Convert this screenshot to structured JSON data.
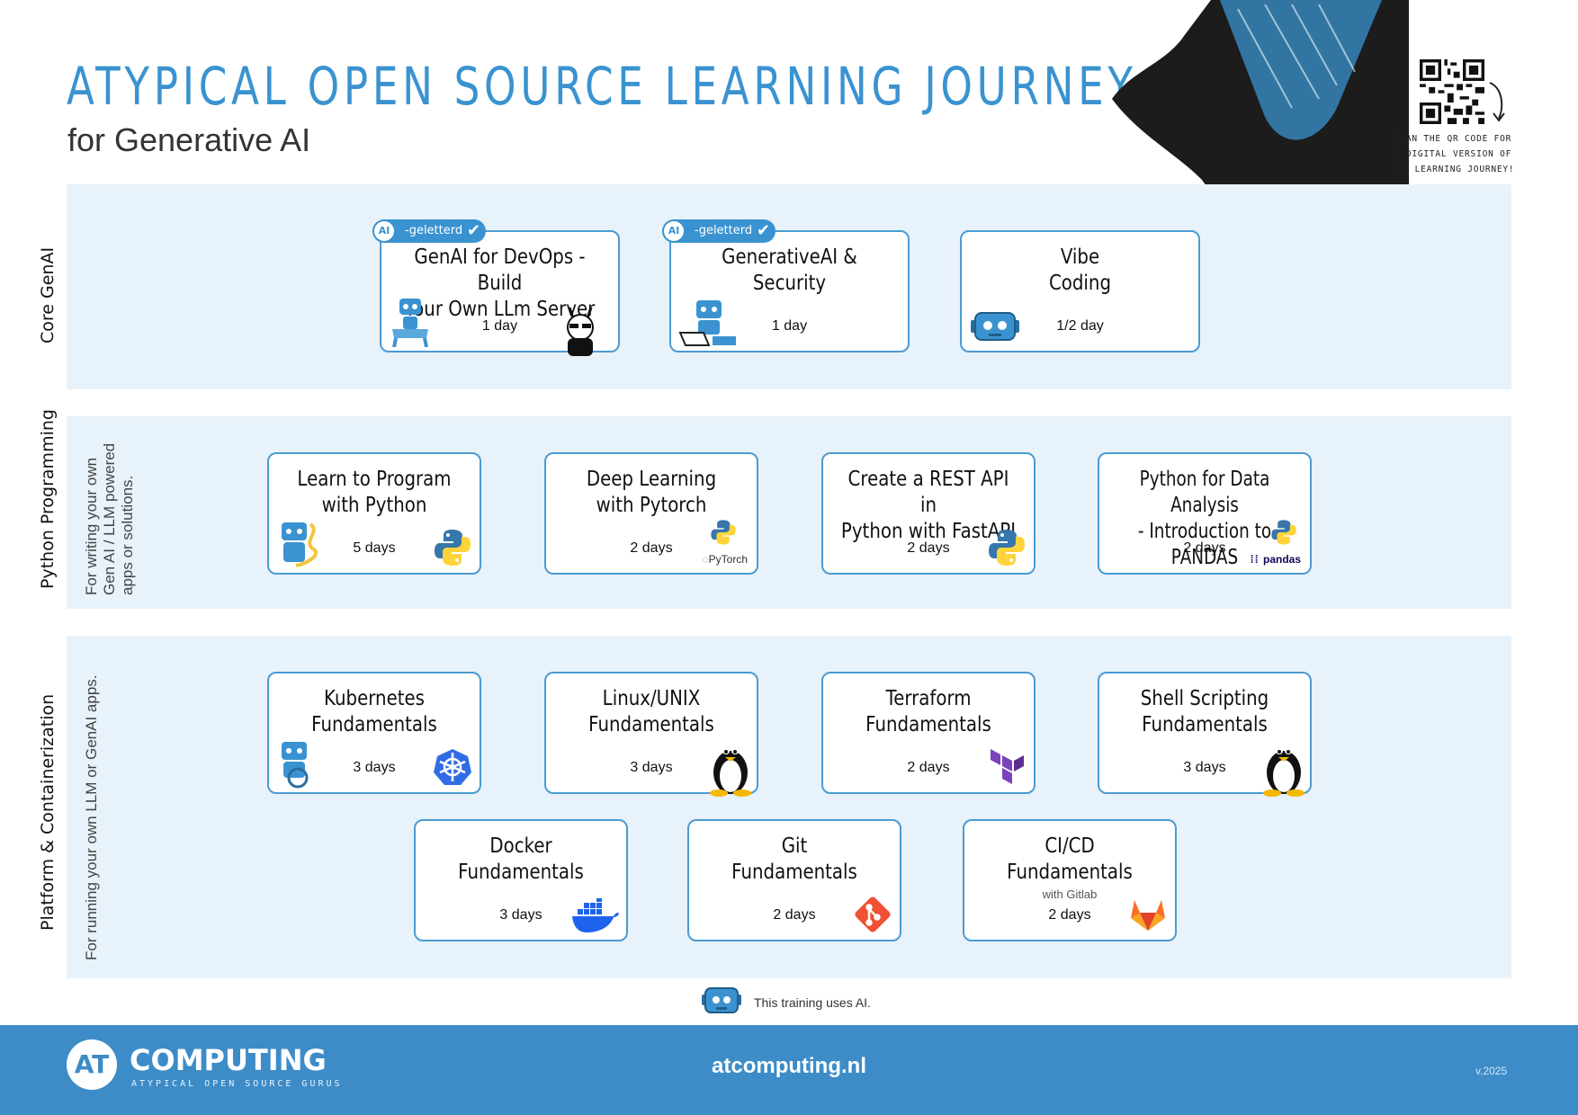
{
  "header": {
    "title": "ATYPICAL OPEN SOURCE LEARNING JOURNEY",
    "subtitle": "for Generative AI"
  },
  "qr": {
    "caption_lines": [
      "SCAN THE QR CODE FOR",
      "A DIGITAL VERSION OF",
      "THE LEARNING JOURNEY!"
    ]
  },
  "badge": {
    "ai_text": "AI",
    "label": "-geletterd",
    "check_icon": "checkmark-icon"
  },
  "sections": {
    "core": {
      "label": "Core GenAI"
    },
    "python": {
      "label": "Python Programming",
      "sub_lines": [
        "For writing your own",
        "Gen AI / LLM powered",
        "apps or solutions."
      ]
    },
    "platform": {
      "label": "Platform & Containerization",
      "sub_lines": [
        "For running your own LLM or GenAI apps."
      ]
    }
  },
  "courses": {
    "genai_devops": {
      "title_lines": [
        "GenAI for DevOps - Build",
        "Your Own LLm Server"
      ],
      "duration": "1 day",
      "icon": "llama-icon",
      "ai": true
    },
    "genai_security": {
      "title_lines": [
        "GenerativeAI &",
        "Security"
      ],
      "duration": "1 day",
      "icon": "robot-laptop-icon",
      "ai": true
    },
    "vibe_coding": {
      "title_lines": [
        "Vibe",
        "Coding"
      ],
      "duration": "1/2 day",
      "icon": "robot-head-icon",
      "ai": false
    },
    "learn_python": {
      "title_lines": [
        "Learn to Program",
        "with Python"
      ],
      "duration": "5 days",
      "icon": "python-icon"
    },
    "deep_learning": {
      "title_lines": [
        "Deep Learning",
        "with Pytorch"
      ],
      "duration": "2 days",
      "icon": "pytorch-icon",
      "icon_text": "PyTorch"
    },
    "rest_api": {
      "title_lines": [
        "Create a REST API in",
        "Python with FastAPI"
      ],
      "duration": "2 days",
      "icon": "python-icon"
    },
    "data_analysis": {
      "title_lines": [
        "Python for Data Analysis",
        "- Introduction to PANDAS"
      ],
      "duration": "2 days",
      "icon": "pandas-icon",
      "icon_text": "pandas"
    },
    "kubernetes": {
      "title_lines": [
        "Kubernetes",
        "Fundamentals"
      ],
      "duration": "3 days",
      "icon": "kubernetes-icon"
    },
    "linux": {
      "title_lines": [
        "Linux/UNIX",
        "Fundamentals"
      ],
      "duration": "3 days",
      "icon": "tux-penguin-icon"
    },
    "terraform": {
      "title_lines": [
        "Terraform",
        "Fundamentals"
      ],
      "duration": "2 days",
      "icon": "terraform-icon"
    },
    "shell": {
      "title_lines": [
        "Shell Scripting",
        "Fundamentals"
      ],
      "duration": "3 days",
      "icon": "tux-penguin-icon"
    },
    "docker": {
      "title_lines": [
        "Docker",
        "Fundamentals"
      ],
      "duration": "3 days",
      "icon": "docker-whale-icon"
    },
    "git": {
      "title_lines": [
        "Git",
        "Fundamentals"
      ],
      "duration": "2 days",
      "icon": "git-icon"
    },
    "cicd": {
      "title_lines": [
        "CI/CD",
        "Fundamentals"
      ],
      "subtitle": "with Gitlab",
      "duration": "2 days",
      "icon": "gitlab-fox-icon"
    }
  },
  "legend": {
    "text": "This training uses AI."
  },
  "footer": {
    "logo_text": "AT",
    "brand": "COMPUTING",
    "tagline": "ATYPICAL OPEN SOURCE GURUS",
    "url": "atcomputing.nl",
    "version": "v.2025"
  },
  "colors": {
    "accent": "#3a93d0",
    "section_bg": "#e8f2fa",
    "card_border": "#4a9bd3",
    "footer_bg": "#3d8cc8"
  }
}
